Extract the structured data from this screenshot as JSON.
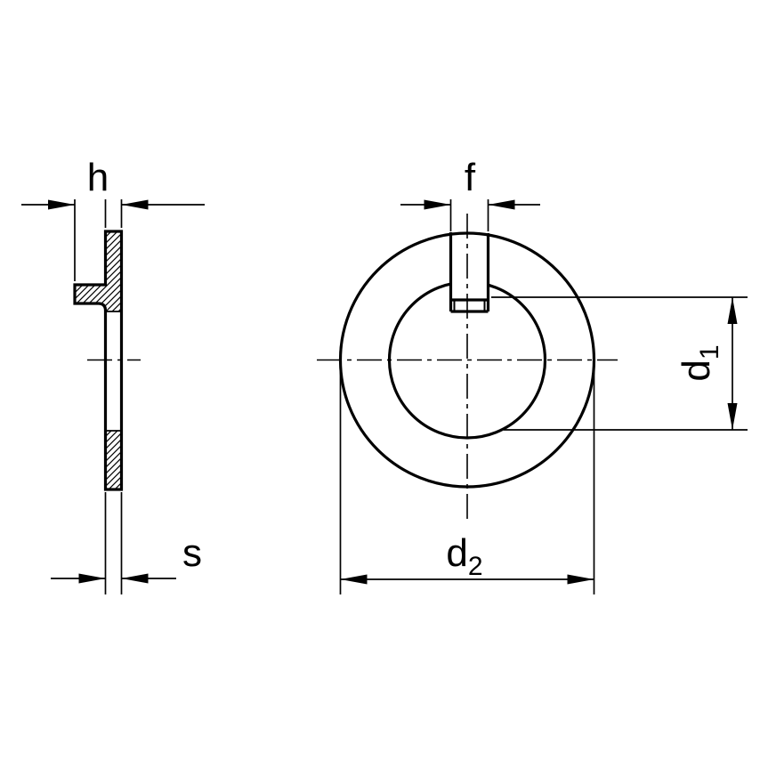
{
  "drawing": {
    "colors": {
      "line": "#000000",
      "background": "#ffffff"
    },
    "labels": {
      "h": "h",
      "f": "f",
      "s": "s",
      "d1": {
        "letter": "d",
        "sub": "1"
      },
      "d2": {
        "letter": "d",
        "sub": "2"
      }
    }
  }
}
